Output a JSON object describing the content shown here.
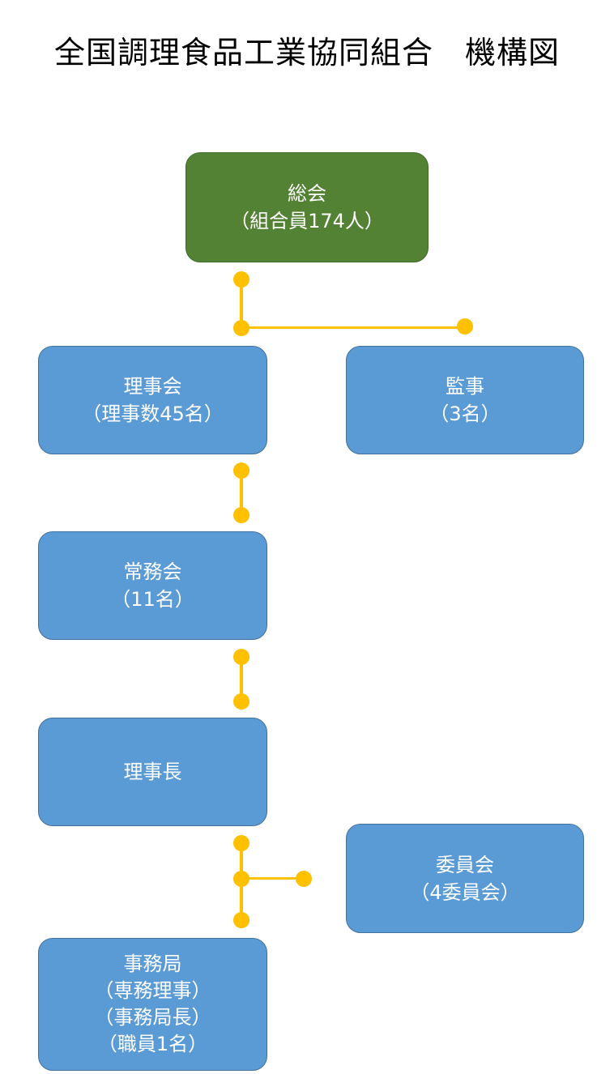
{
  "title": "全国調理食品工業協同組合　機構図",
  "nodes": {
    "general_assembly": {
      "line1": "総会",
      "line2": "（組合員174人）"
    },
    "board": {
      "line1": "理事会",
      "line2": "（理事数45名）"
    },
    "auditors": {
      "line1": "監事",
      "line2": "（3名）"
    },
    "executive": {
      "line1": "常務会",
      "line2": "（11名）"
    },
    "chairman": {
      "line1": "理事長"
    },
    "committees": {
      "line1": "委員会",
      "line2": "（4委員会）"
    },
    "secretariat": {
      "line1": "事務局",
      "line2": "（専務理事）",
      "line3": "（事務局長）",
      "line4": "（職員1名）"
    }
  },
  "colors": {
    "box_fill": "#5b9bd5",
    "box_border": "#41719c",
    "top_fill": "#548235",
    "connector": "#ffc000",
    "text": "#ffffff"
  }
}
